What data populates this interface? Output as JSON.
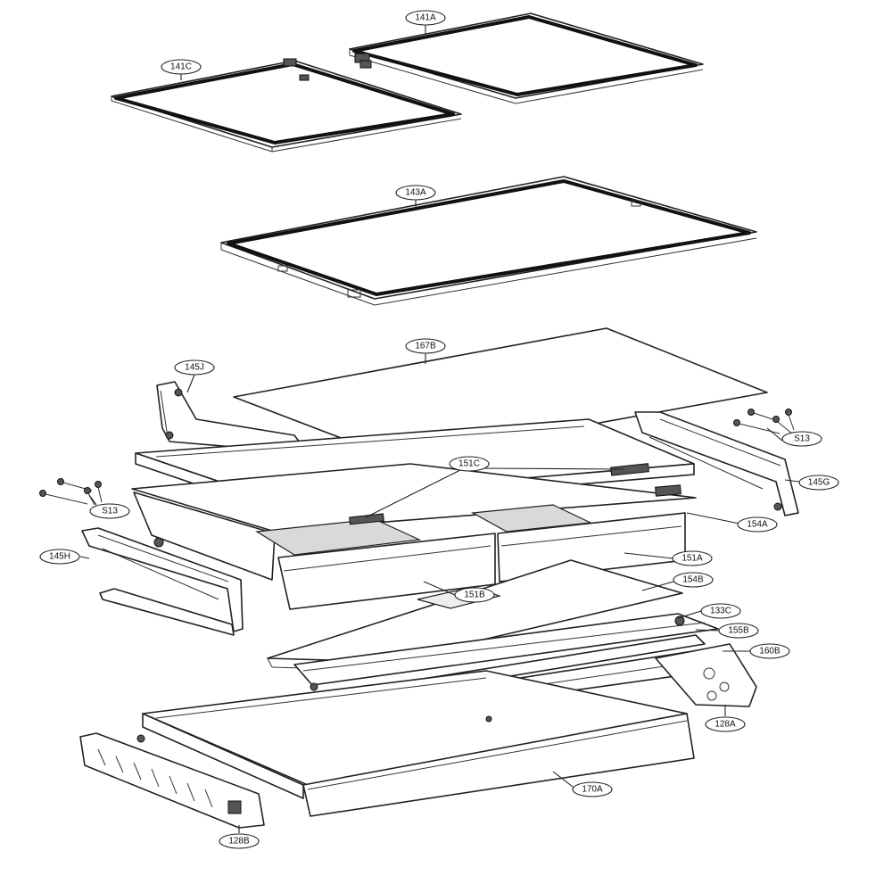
{
  "callouts": [
    {
      "id": "141A",
      "label": "141A"
    },
    {
      "id": "141C",
      "label": "141C"
    },
    {
      "id": "143A",
      "label": "143A"
    },
    {
      "id": "167B",
      "label": "167B"
    },
    {
      "id": "145J",
      "label": "145J"
    },
    {
      "id": "S13-right",
      "label": "S13"
    },
    {
      "id": "151C",
      "label": "151C"
    },
    {
      "id": "145G",
      "label": "145G"
    },
    {
      "id": "S13-left",
      "label": "S13"
    },
    {
      "id": "154A",
      "label": "154A"
    },
    {
      "id": "145H",
      "label": "145H"
    },
    {
      "id": "151A",
      "label": "151A"
    },
    {
      "id": "154B",
      "label": "154B"
    },
    {
      "id": "151B",
      "label": "151B"
    },
    {
      "id": "133C",
      "label": "133C"
    },
    {
      "id": "155B",
      "label": "155B"
    },
    {
      "id": "160B",
      "label": "160B"
    },
    {
      "id": "128A",
      "label": "128A"
    },
    {
      "id": "170A",
      "label": "170A"
    },
    {
      "id": "128B",
      "label": "128B"
    }
  ]
}
